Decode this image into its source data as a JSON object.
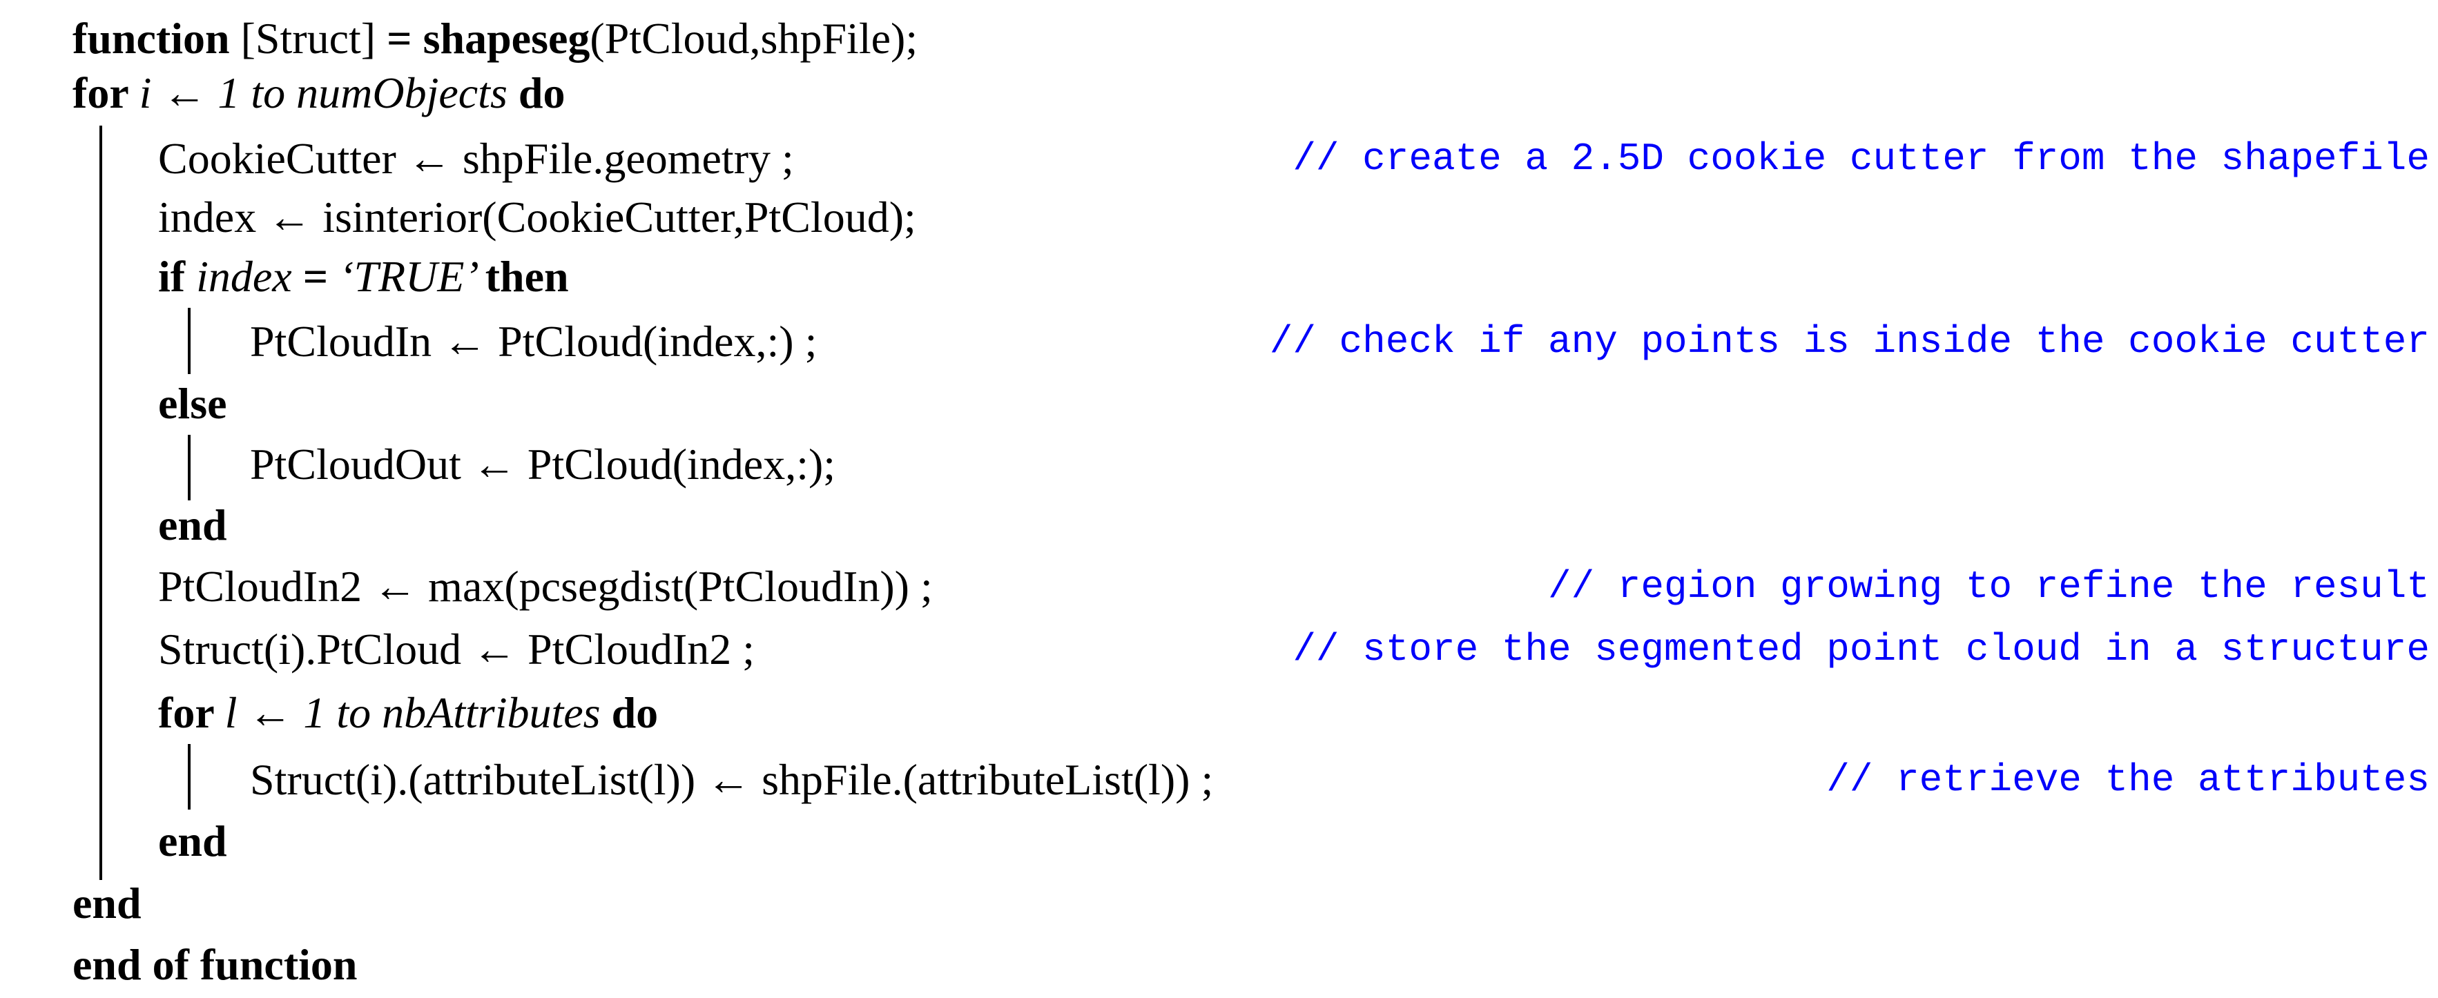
{
  "listing": {
    "colors": {
      "text": "#000000",
      "comment": "#0101fa",
      "background": "#ffffff"
    },
    "lines": [
      {
        "segments": [
          {
            "style": "kw",
            "text": "function "
          },
          {
            "style": "plain",
            "text": "[Struct] "
          },
          {
            "style": "kw",
            "text": "= shapeseg"
          },
          {
            "style": "plain",
            "text": "(PtCloud,shpFile);"
          }
        ]
      },
      {
        "segments": [
          {
            "style": "kw",
            "text": "for "
          },
          {
            "style": "it",
            "text": "i ← 1 to numObjects "
          },
          {
            "style": "kw",
            "text": "do"
          }
        ]
      },
      {
        "segments": [
          {
            "style": "plain",
            "text": "CookieCutter ← shpFile.geometry ;"
          }
        ],
        "comment": "// create a 2.5D cookie cutter from the shapefile"
      },
      {
        "segments": [
          {
            "style": "plain",
            "text": "index ← isinterior(CookieCutter,PtCloud);"
          }
        ]
      },
      {
        "segments": [
          {
            "style": "kw",
            "text": "if "
          },
          {
            "style": "it",
            "text": "index "
          },
          {
            "style": "kw",
            "text": "= "
          },
          {
            "style": "it",
            "text": "‘TRUE’ "
          },
          {
            "style": "kw",
            "text": "then"
          }
        ]
      },
      {
        "segments": [
          {
            "style": "plain",
            "text": "PtCloudIn ← PtCloud(index,:) ;"
          }
        ],
        "comment": "// check if any points is inside the cookie cutter"
      },
      {
        "segments": [
          {
            "style": "kw",
            "text": "else"
          }
        ]
      },
      {
        "segments": [
          {
            "style": "plain",
            "text": "PtCloudOut ← PtCloud(index,:);"
          }
        ]
      },
      {
        "segments": [
          {
            "style": "kw",
            "text": "end"
          }
        ]
      },
      {
        "segments": [
          {
            "style": "plain",
            "text": "PtCloudIn2 ← max(pcsegdist(PtCloudIn)) ;"
          }
        ],
        "comment": "// region growing to refine the result"
      },
      {
        "segments": [
          {
            "style": "plain",
            "text": "Struct(i).PtCloud ← PtCloudIn2 ;"
          }
        ],
        "comment": "// store the segmented point cloud in a structure"
      },
      {
        "segments": [
          {
            "style": "kw",
            "text": "for "
          },
          {
            "style": "it",
            "text": "l ← 1 to nbAttributes "
          },
          {
            "style": "kw",
            "text": "do"
          }
        ]
      },
      {
        "segments": [
          {
            "style": "plain",
            "text": "Struct(i).(attributeList(l)) ← shpFile.(attributeList(l)) ;"
          }
        ],
        "comment": "// retrieve the attributes"
      },
      {
        "segments": [
          {
            "style": "kw",
            "text": "end"
          }
        ]
      },
      {
        "segments": [
          {
            "style": "kw",
            "text": "end"
          }
        ]
      },
      {
        "segments": [
          {
            "style": "kw",
            "text": "end of function"
          }
        ]
      }
    ]
  }
}
